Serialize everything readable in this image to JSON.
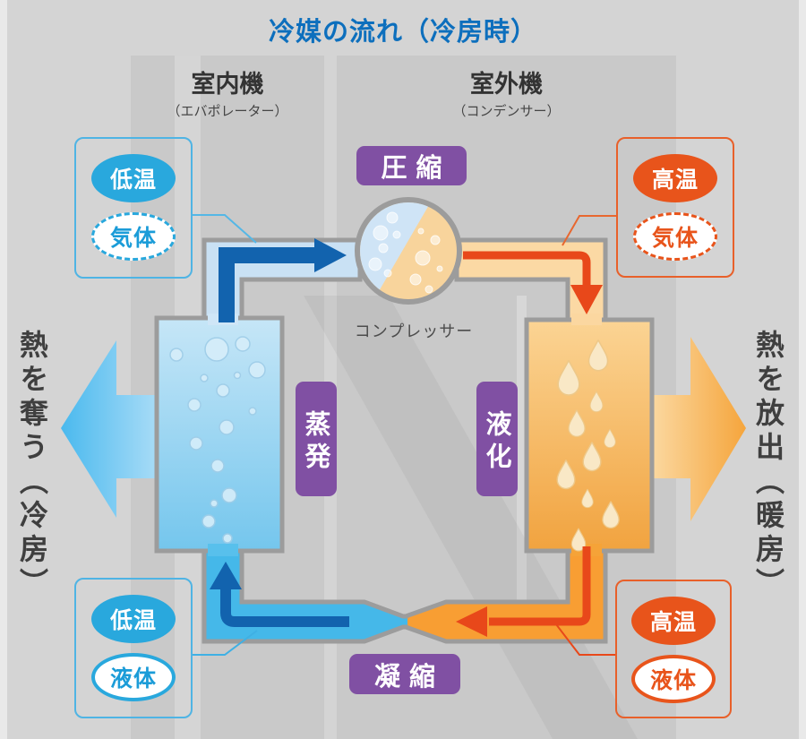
{
  "title": "冷媒の流れ（冷房時）",
  "units": {
    "indoor": {
      "name": "室内機",
      "sub": "（エバポレーター）"
    },
    "outdoor": {
      "name": "室外機",
      "sub": "（コンデンサー）"
    }
  },
  "process": {
    "compression": "圧縮",
    "evaporation": "蒸発",
    "liquefaction": "液化",
    "condensation": "凝縮"
  },
  "compressor_caption": "コンプレッサー",
  "badges": {
    "top_left": {
      "temp": "低温",
      "state": "気体"
    },
    "top_right": {
      "temp": "高温",
      "state": "気体"
    },
    "bottom_left": {
      "temp": "低温",
      "state": "液体"
    },
    "bottom_right": {
      "temp": "高温",
      "state": "液体"
    }
  },
  "side_arrows": {
    "left": "熱を奪う（冷房）",
    "right": "熱を放出（暖房）"
  },
  "colors": {
    "title_blue": "#0d6fbd",
    "cold_blue": "#29a8dd",
    "hot_orange": "#e8541b",
    "process_purple": "#8050a3",
    "flow_blue_dark": "#1263ae",
    "flow_red": "#e8481a",
    "pipe_cool_fill": "#c9e1f4",
    "pipe_cold_fill": "#45b8e9",
    "pipe_warm_fill": "#fbd9a4",
    "pipe_hot_fill": "#f89e33",
    "panel_gray": "#c9c9c9",
    "pipe_border_gray": "#9c9c9c",
    "big_arrow_blue": "#4ab9ee",
    "big_arrow_orange": "#f5a53c"
  }
}
